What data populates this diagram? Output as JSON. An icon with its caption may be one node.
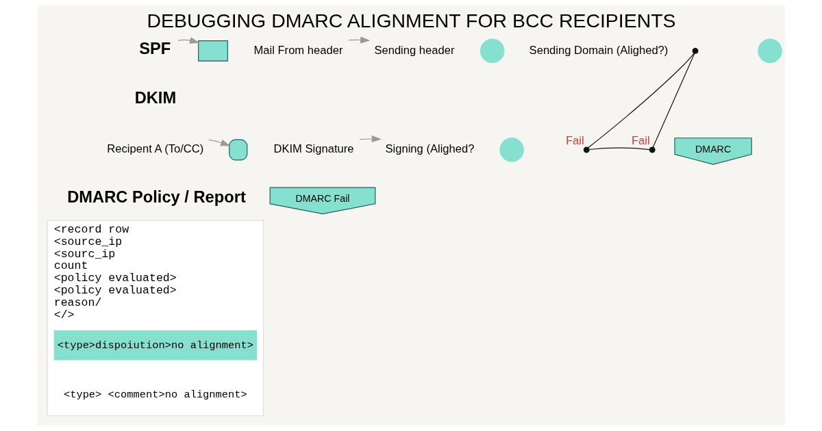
{
  "diagram": {
    "title": "DEBUGGING DMARC ALIGNMENT FOR BCC RECIPIENTS",
    "nodes": [
      {
        "text": [
          "SPF"
        ]
      },
      {
        "text": [],
        "shape": "envelope"
      },
      {
        "text": [
          "Mail From header"
        ]
      },
      {
        "text": [
          "Sending header"
        ]
      },
      {
        "text": [],
        "shape": "circle"
      },
      {
        "text": [
          "Sending Domain (Alighed?)"
        ]
      },
      {
        "text": [],
        "shape": "dot"
      },
      {
        "text": [],
        "shape": "circle"
      },
      {
        "text": [
          "DKIM"
        ]
      },
      {
        "text": [
          "Recipent A (To/CC)"
        ]
      },
      {
        "text": [],
        "shape": "lock"
      },
      {
        "text": [
          "DKIM Signature"
        ]
      },
      {
        "text": [
          "Signing (Alighed?"
        ]
      },
      {
        "text": [],
        "shape": "circle"
      },
      {
        "text": [],
        "shape": "dot",
        "beside": [
          "Fail"
        ]
      },
      {
        "text": [],
        "shape": "dot",
        "beside": [
          "Fail"
        ]
      },
      {
        "text": [
          "DMARC"
        ]
      },
      {
        "text": [
          "DMARC Policy / Report"
        ]
      },
      {
        "text": [
          "DMARC Fail"
        ]
      },
      {
        "text": [
          "<record row",
          "<source_ip",
          "<sourc_ip",
          "count",
          "<policy evaluated>",
          "<policy evaluated>",
          "reason/",
          "</>"
        ]
      },
      {
        "text": [
          "<type>dispoiution>no alignment>"
        ],
        "in": 19
      },
      {
        "text": [
          "<type> <comment>no alignment>"
        ],
        "in": 19
      }
    ],
    "edges": [
      {
        "from": 0,
        "to": 1,
        "arrow": "to"
      },
      {
        "from": 2,
        "to": 3,
        "arrow": "to"
      },
      {
        "from": 6,
        "to": 14,
        "arrow": "none",
        "color": "#111111"
      },
      {
        "from": 6,
        "to": 15,
        "arrow": "none",
        "color": "#111111"
      },
      {
        "from": 14,
        "to": 15,
        "arrow": "none",
        "color": "#111111"
      },
      {
        "from": 9,
        "to": 10,
        "arrow": "to"
      },
      {
        "from": 11,
        "to": 12,
        "arrow": "to"
      }
    ]
  }
}
